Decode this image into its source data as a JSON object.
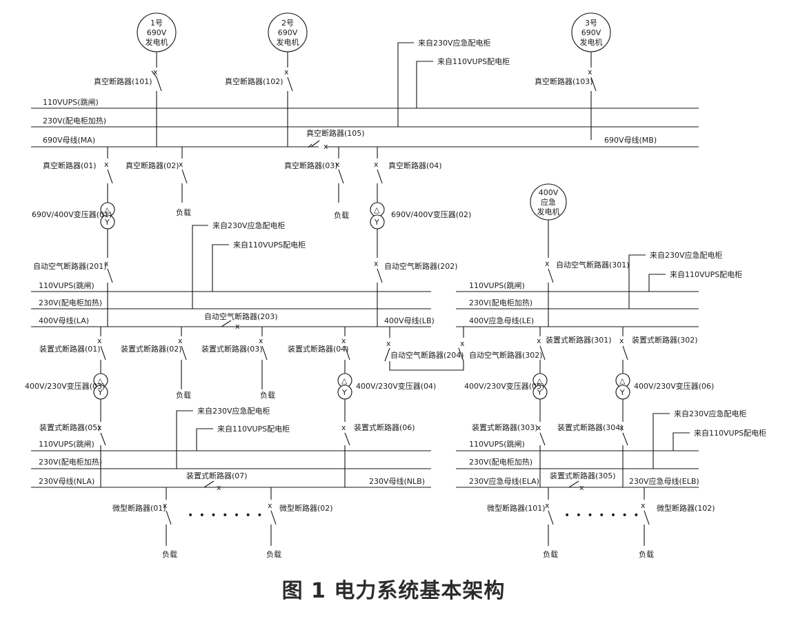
{
  "caption": "图 1 电力系统基本架构",
  "generators": {
    "g1": [
      "1号",
      "690V",
      "发电机"
    ],
    "g2": [
      "2号",
      "690V",
      "发电机"
    ],
    "g3": [
      "3号",
      "690V",
      "发电机"
    ],
    "g4": [
      "400V",
      "应急",
      "发电机"
    ]
  },
  "buses": {
    "ups110": "110VUPS(跳闸)",
    "heat230": "230V(配电柜加热)",
    "ma": "690V母线(MA)",
    "mb": "690V母线(MB)",
    "la": "400V母线(LA)",
    "lb": "400V母线(LB)",
    "le": "400V应急母线(LE)",
    "nla": "230V母线(NLA)",
    "nlb": "230V母线(NLB)",
    "ela": "230V应急母线(ELA)",
    "elb": "230V应急母线(ELB)"
  },
  "feeds": {
    "from230": "来自230V应急配电柜",
    "from110": "来自110VUPS配电柜"
  },
  "breakers": {
    "vcb101": "真空断路器(101)",
    "vcb102": "真空断路器(102)",
    "vcb103": "真空断路器(103)",
    "vcb105": "真空断路器(105)",
    "vcb01": "真空断路器(01)",
    "vcb02": "真空断路器(02)",
    "vcb03": "真空断路器(03)",
    "vcb04": "真空断路器(04)",
    "acb201": "自动空气断路器(201)",
    "acb202": "自动空气断路器(202)",
    "acb203": "自动空气断路器(203)",
    "acb204": "自动空气断路器(204)",
    "acb301": "自动空气断路器(301)",
    "acb302": "自动空气断路器(302)",
    "mccb01": "装置式断路器(01)",
    "mccb02": "装置式断路器(02)",
    "mccb03": "装置式断路器(03)",
    "mccb04": "装置式断路器(04)",
    "mccb05": "装置式断路器(05)",
    "mccb06": "装置式断路器(06)",
    "mccb07": "装置式断路器(07)",
    "mccb301": "装置式断路器(301)",
    "mccb302": "装置式断路器(302)",
    "mccb303": "装置式断路器(303)",
    "mccb304": "装置式断路器(304)",
    "mccb305": "装置式断路器(305)",
    "mcb01": "微型断路器(01)",
    "mcb02": "微型断路器(02)",
    "mcb101": "微型断路器(101)",
    "mcb102": "微型断路器(102)"
  },
  "transformers": {
    "t690_01": "690V/400V变压器(01)",
    "t690_02": "690V/400V变压器(02)",
    "t400_03": "400V/230V变压器(03)",
    "t400_04": "400V/230V变压器(04)",
    "t400_05": "400V/230V变压器(05)",
    "t400_06": "400V/230V变压器(06)"
  },
  "load": "负载",
  "dots": "• • • • • • •"
}
